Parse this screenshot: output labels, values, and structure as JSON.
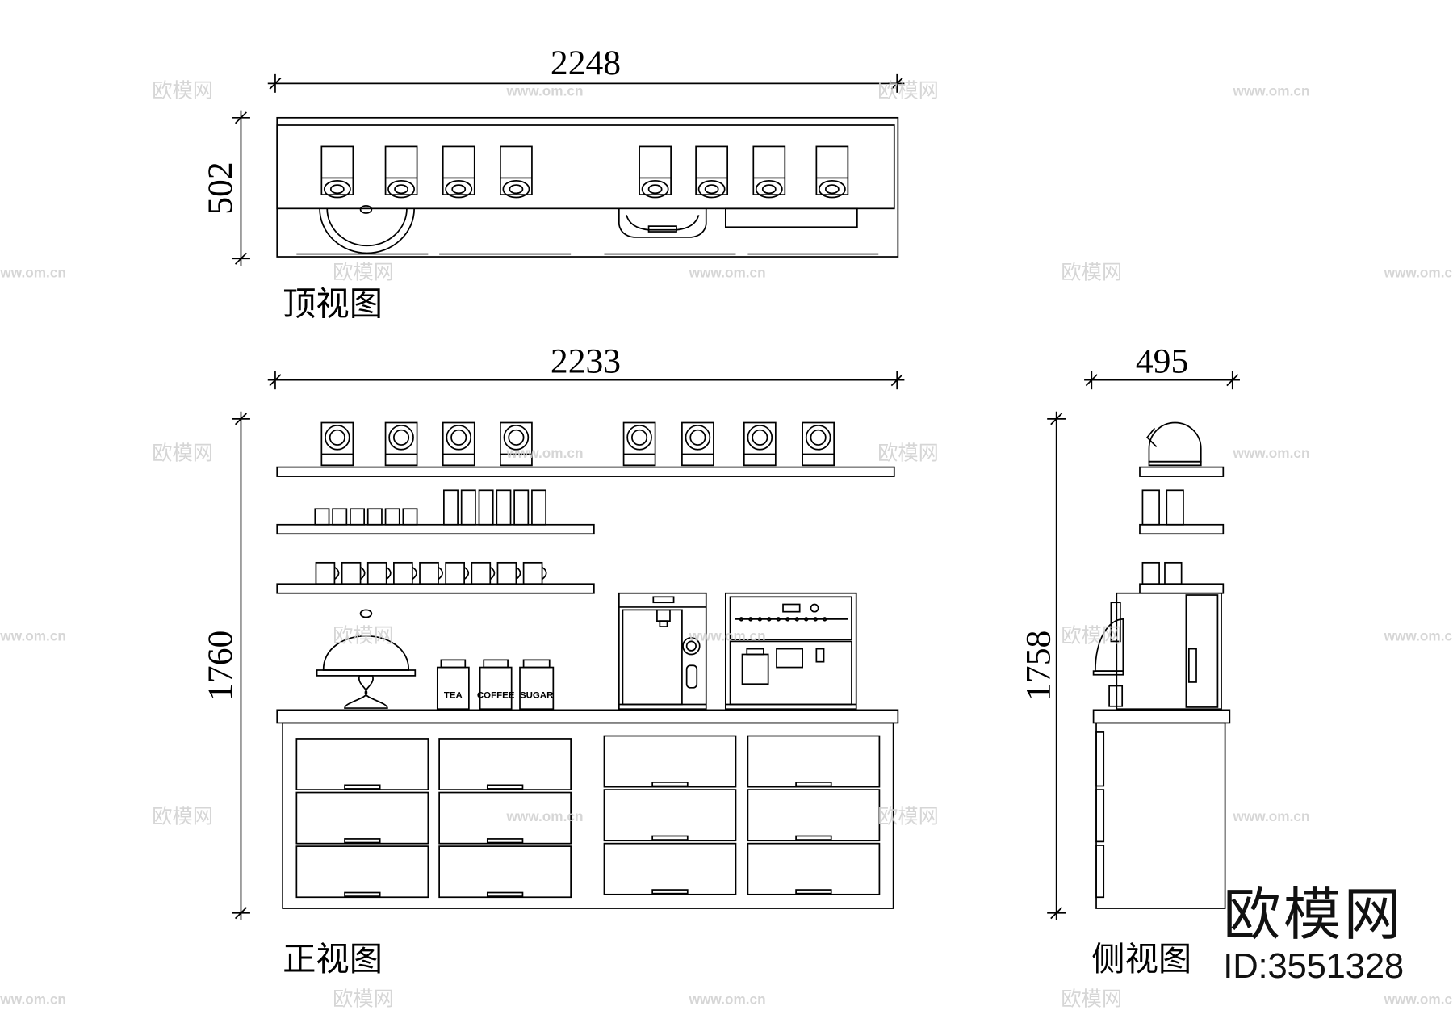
{
  "views": {
    "top": {
      "label": "顶视图",
      "width_dim": "2248",
      "depth_dim": "502"
    },
    "front": {
      "label": "正视图",
      "width_dim": "2233",
      "height_dim": "1760",
      "jar_labels": [
        "TEA",
        "COFFEE",
        "SUGAR"
      ]
    },
    "side": {
      "label": "侧视图",
      "depth_dim": "495",
      "height_dim": "1758"
    }
  },
  "branding": {
    "logo": "欧模网",
    "id": "ID:3551328"
  },
  "watermark": {
    "logo": "欧模网",
    "site": "www.om.cn"
  }
}
